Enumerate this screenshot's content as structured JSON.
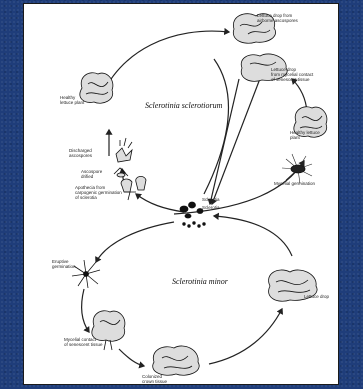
{
  "titles": {
    "upper": "Sclerotinia sclerotiorum",
    "lower": "Sclerotinia minor"
  },
  "labels": {
    "lettuce_drop_airborne": "Lettuce drop from\nairborne ascospores",
    "lettuce_drop_contact": "Lettuce drop\nfrom mycelial contact\nof senescent tissue",
    "healthy_plant_right": "Healthy lettuce\nplant",
    "mycelial_germination": "Mycelial germination",
    "healthy_plant_left": "Healthy\nlettuce plant",
    "discharged_ascospores": "Discharged\nascospores",
    "ascospore_detail": "Ascospore\ndrified",
    "apothecia": "Apothecia from\ncarpogenic germination\nof sclerotia",
    "sclerotia_upper": "Sclerotia",
    "sclerotia_lower": "Sclerotia",
    "eruptive_germination": "Eruptive\ngermination",
    "mycelial_contact": "Mycelial contact\nof senescent tissue",
    "colonized_crown": "Colonized\ncrown tissue",
    "lettuce_drop_lower": "Lettuce drop"
  }
}
